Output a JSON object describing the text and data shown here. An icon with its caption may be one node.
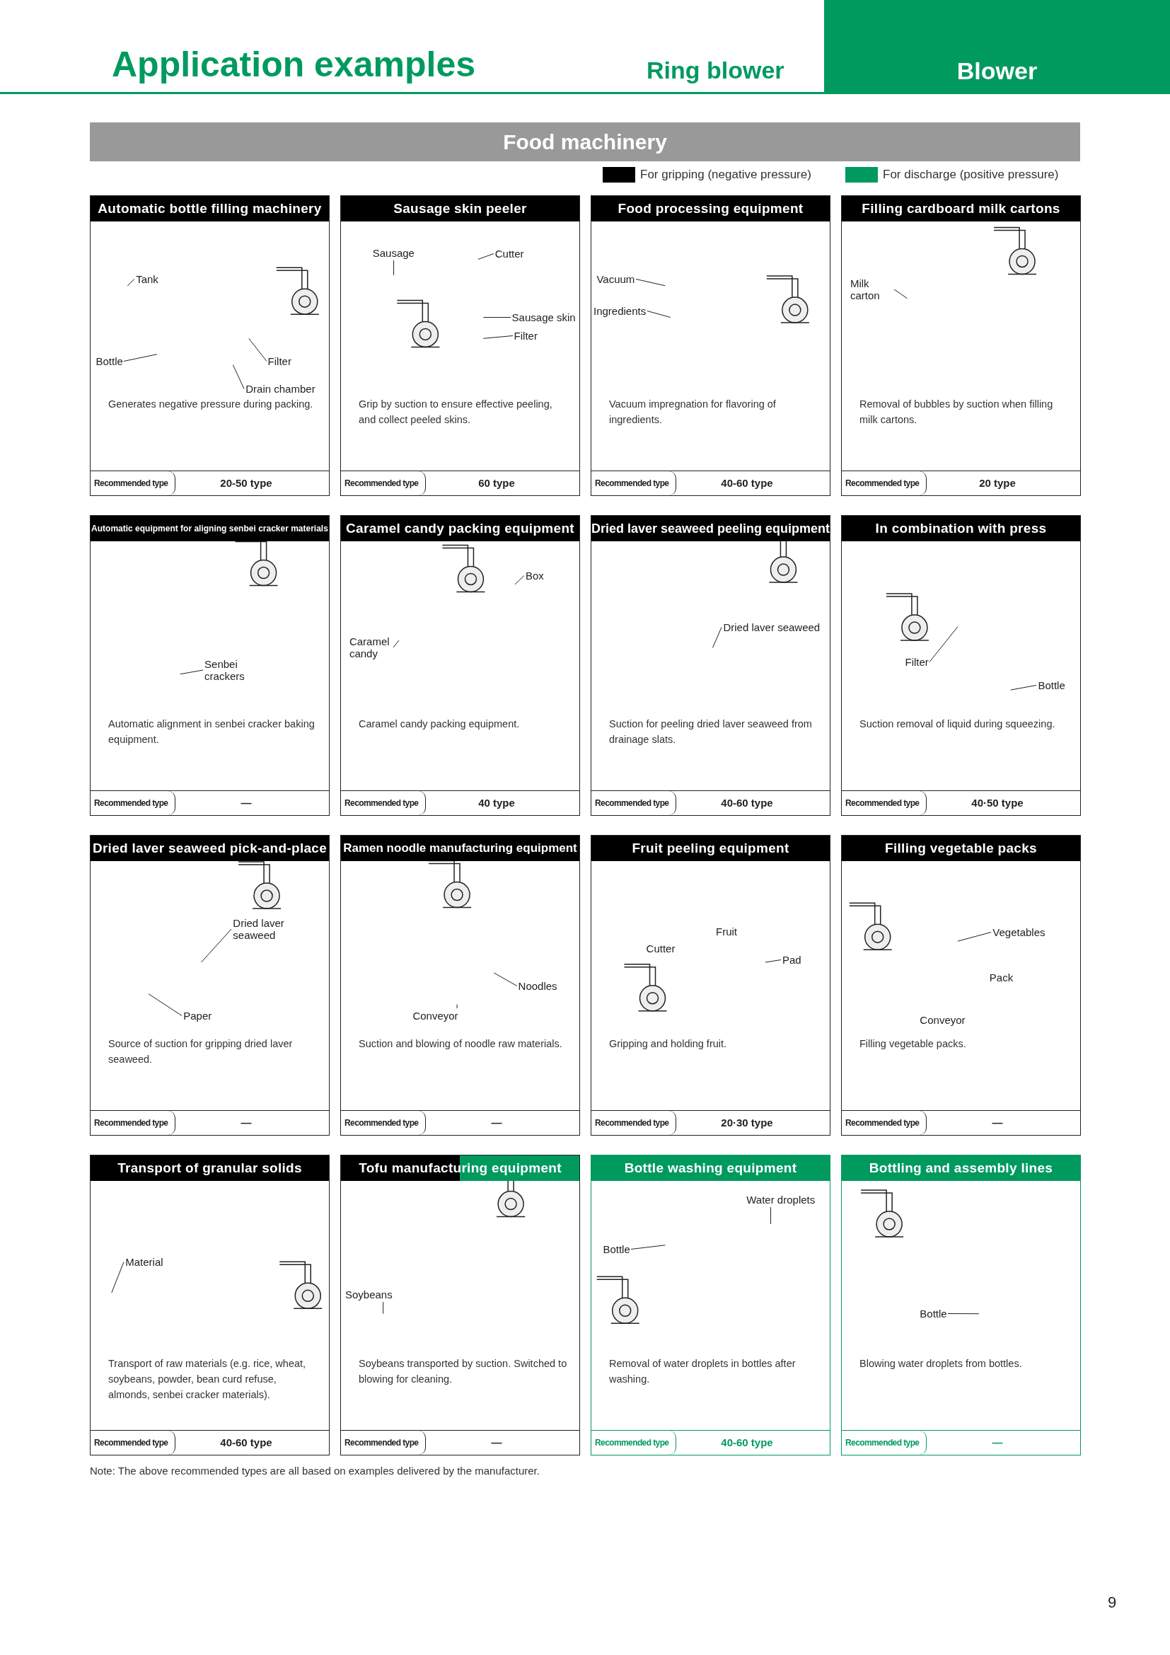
{
  "diagram": {
    "title": "Application examples",
    "nodes": [
      {
        "text": [
          "Blower"
        ]
      },
      {
        "text": [
          "Food machinery"
        ]
      },
      {
        "text": [
          "Automatic bottle filling machinery",
          "Generates negative pressure during packing.",
          "Recommended type",
          "20-50 type"
        ]
      },
      {
        "text": [
          "Tank"
        ],
        "in": 2
      },
      {
        "text": [
          "Bottle"
        ],
        "in": 2
      },
      {
        "text": [
          "Filter"
        ],
        "in": 2
      },
      {
        "text": [
          "Drain chamber"
        ],
        "in": 2
      },
      {
        "text": [
          "Sausage skin peeler",
          "Grip by suction to ensure effective peeling, and collect peeled skins.",
          "Recommended type",
          "60 type"
        ]
      },
      {
        "text": [
          "Sausage"
        ],
        "in": 7
      },
      {
        "text": [
          "Cutter"
        ],
        "in": 7
      },
      {
        "text": [
          "Sausage skin"
        ],
        "in": 7
      },
      {
        "text": [
          "Filter"
        ],
        "in": 7
      },
      {
        "text": [
          "Food processing equipment",
          "Vacuum impregnation for flavoring of ingredients.",
          "Recommended type",
          "40-60 type"
        ]
      },
      {
        "text": [
          "Vacuum"
        ],
        "in": 12
      },
      {
        "text": [
          "Ingredients"
        ],
        "in": 12
      },
      {
        "text": [
          "Filling cardboard milk cartons",
          "Removal of bubbles by suction when filling milk cartons.",
          "Recommended type",
          "20 type"
        ]
      },
      {
        "text": [
          "Milk carton"
        ],
        "in": 15
      },
      {
        "text": [
          "Automatic equipment for aligning senbei cracker materials",
          "Automatic alignment in senbei cracker baking equipment.",
          "Recommended type",
          "—"
        ]
      },
      {
        "text": [
          "Senbei crackers"
        ],
        "in": 17
      },
      {
        "text": [
          "Caramel candy packing equipment",
          "Caramel candy packing equipment.",
          "Recommended type",
          "40 type"
        ]
      },
      {
        "text": [
          "Box"
        ],
        "in": 19
      },
      {
        "text": [
          "Caramel candy"
        ],
        "in": 19
      },
      {
        "text": [
          "Dried laver seaweed peeling equipment",
          "Suction for peeling dried laver seaweed from drainage slats.",
          "Recommended type",
          "40-60 type"
        ]
      },
      {
        "text": [
          "Dried laver seaweed"
        ],
        "in": 22
      },
      {
        "text": [
          "In combination with press",
          "Suction removal of liquid during squeezing.",
          "Recommended type",
          "40·50 type"
        ]
      },
      {
        "text": [
          "Filter"
        ],
        "in": 24
      },
      {
        "text": [
          "Bottle"
        ],
        "in": 24
      },
      {
        "text": [
          "Dried laver seaweed pick-and-place",
          "Source of suction for gripping dried laver seaweed.",
          "Recommended type",
          "—"
        ]
      },
      {
        "text": [
          "Dried laver seaweed"
        ],
        "in": 27
      },
      {
        "text": [
          "Paper"
        ],
        "in": 27
      },
      {
        "text": [
          "Ramen noodle manufacturing equipment",
          "Suction and blowing of noodle raw materials.",
          "Recommended type",
          "—"
        ]
      },
      {
        "text": [
          "Noodles"
        ],
        "in": 30
      },
      {
        "text": [
          "Conveyor"
        ],
        "in": 30
      },
      {
        "text": [
          "Fruit peeling equipment",
          "Gripping and holding fruit.",
          "Recommended type",
          "20·30 type"
        ]
      },
      {
        "text": [
          "Fruit"
        ],
        "in": 33
      },
      {
        "text": [
          "Cutter"
        ],
        "in": 33
      },
      {
        "text": [
          "Pad"
        ],
        "in": 33
      },
      {
        "text": [
          "Filling vegetable packs",
          "Filling vegetable packs.",
          "Recommended type",
          "—"
        ]
      },
      {
        "text": [
          "Vegetables"
        ],
        "in": 37
      },
      {
        "text": [
          "Pack"
        ],
        "in": 37
      },
      {
        "text": [
          "Conveyor"
        ],
        "in": 37
      },
      {
        "text": [
          "Transport of granular solids",
          "Transport of raw materials (e.g. rice, wheat, soybeans, powder, bean curd refuse, almonds, senbei cracker materials).",
          "Recommended type",
          "40-60 type"
        ]
      },
      {
        "text": [
          "Material"
        ],
        "in": 41
      },
      {
        "text": [
          "Tofu manufacturing equipment",
          "Soybeans transported by suction. Switched to blowing for cleaning.",
          "Recommended type",
          "—"
        ]
      },
      {
        "text": [
          "Soybeans"
        ],
        "in": 43
      },
      {
        "text": [
          "Bottle washing equipment",
          "Removal of water droplets in bottles after washing.",
          "Recommended type",
          "40-60 type"
        ]
      },
      {
        "text": [
          "Water droplets"
        ],
        "in": 45
      },
      {
        "text": [
          "Bottle"
        ],
        "in": 45
      },
      {
        "text": [
          "Bottling and assembly lines",
          "Blowing water droplets from bottles.",
          "Recommended type",
          "—"
        ]
      },
      {
        "text": [
          "Bottle"
        ],
        "in": 48
      }
    ],
    "edges": [
      {
        "from": 3,
        "to": null,
        "arrow": "none"
      },
      {
        "from": 4,
        "to": null,
        "arrow": "none"
      },
      {
        "from": 5,
        "to": null,
        "arrow": "none"
      },
      {
        "from": 6,
        "to": null,
        "arrow": "none"
      },
      {
        "from": 8,
        "to": null,
        "arrow": "none"
      },
      {
        "from": 9,
        "to": null,
        "arrow": "none"
      },
      {
        "from": 10,
        "to": null,
        "arrow": "none"
      },
      {
        "from": 11,
        "to": null,
        "arrow": "none"
      },
      {
        "from": 13,
        "to": null,
        "arrow": "none"
      },
      {
        "from": 14,
        "to": null,
        "arrow": "none"
      },
      {
        "from": 16,
        "to": null,
        "arrow": "none"
      },
      {
        "from": 18,
        "to": null,
        "arrow": "none"
      },
      {
        "from": 20,
        "to": null,
        "arrow": "none"
      },
      {
        "from": 21,
        "to": null,
        "arrow": "none"
      },
      {
        "from": 23,
        "to": null,
        "arrow": "none"
      },
      {
        "from": 25,
        "to": null,
        "arrow": "none"
      },
      {
        "from": 26,
        "to": null,
        "arrow": "none"
      },
      {
        "from": 28,
        "to": null,
        "arrow": "none"
      },
      {
        "from": 29,
        "to": null,
        "arrow": "none"
      },
      {
        "from": 31,
        "to": null,
        "arrow": "none"
      },
      {
        "from": 32,
        "to": null,
        "arrow": "none"
      },
      {
        "from": 36,
        "to": null,
        "arrow": "none"
      },
      {
        "from": 38,
        "to": null,
        "arrow": "none"
      },
      {
        "from": 42,
        "to": null,
        "arrow": "none"
      },
      {
        "from": 44,
        "to": null,
        "arrow": "none"
      },
      {
        "from": 46,
        "to": null,
        "arrow": "none"
      },
      {
        "from": 47,
        "to": null,
        "arrow": "none"
      },
      {
        "from": 49,
        "to": null,
        "arrow": "none"
      }
    ],
    "labels": [
      "Ring blower",
      "Note: The above recommended types are all based on examples delivered by the manufacturer.",
      "9"
    ],
    "legend": [
      {
        "text": "For gripping (negative pressure)",
        "color": "#000000"
      },
      {
        "text": "For discharge (positive pressure)",
        "color": "#009a5f"
      }
    ]
  }
}
